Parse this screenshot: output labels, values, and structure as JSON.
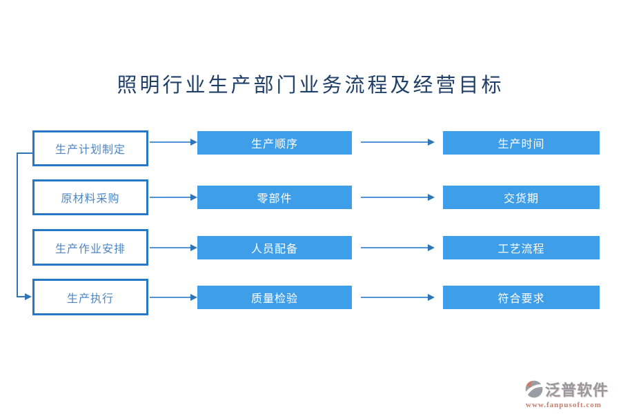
{
  "title": "照明行业生产部门业务流程及经营目标",
  "flow": {
    "rows": [
      {
        "stage": "生产计划制定",
        "process": "生产顺序",
        "goal": "生产时间"
      },
      {
        "stage": "原材料采购",
        "process": "零部件",
        "goal": "交货期"
      },
      {
        "stage": "生产作业安排",
        "process": "人员配备",
        "goal": "工艺流程"
      },
      {
        "stage": "生产执行",
        "process": "质量检验",
        "goal": "符合要求"
      }
    ]
  },
  "branding": {
    "name": "泛普软件",
    "website": "www.fanpusoft.com"
  },
  "icons": {
    "logo_mark": "fanpu-circle-swoosh"
  },
  "colors": {
    "title_text": "#1F3F68",
    "stage_border": "#2778C4",
    "stage_text": "#4D86C6",
    "node_fill": "#3F9EE8",
    "node_text": "#FFFFFF",
    "arrow_line": "#4F94D4",
    "arrow_head": "#2E75B6",
    "logo_gray": "#9B9DA5",
    "logo_accent": "#C87C6C"
  }
}
